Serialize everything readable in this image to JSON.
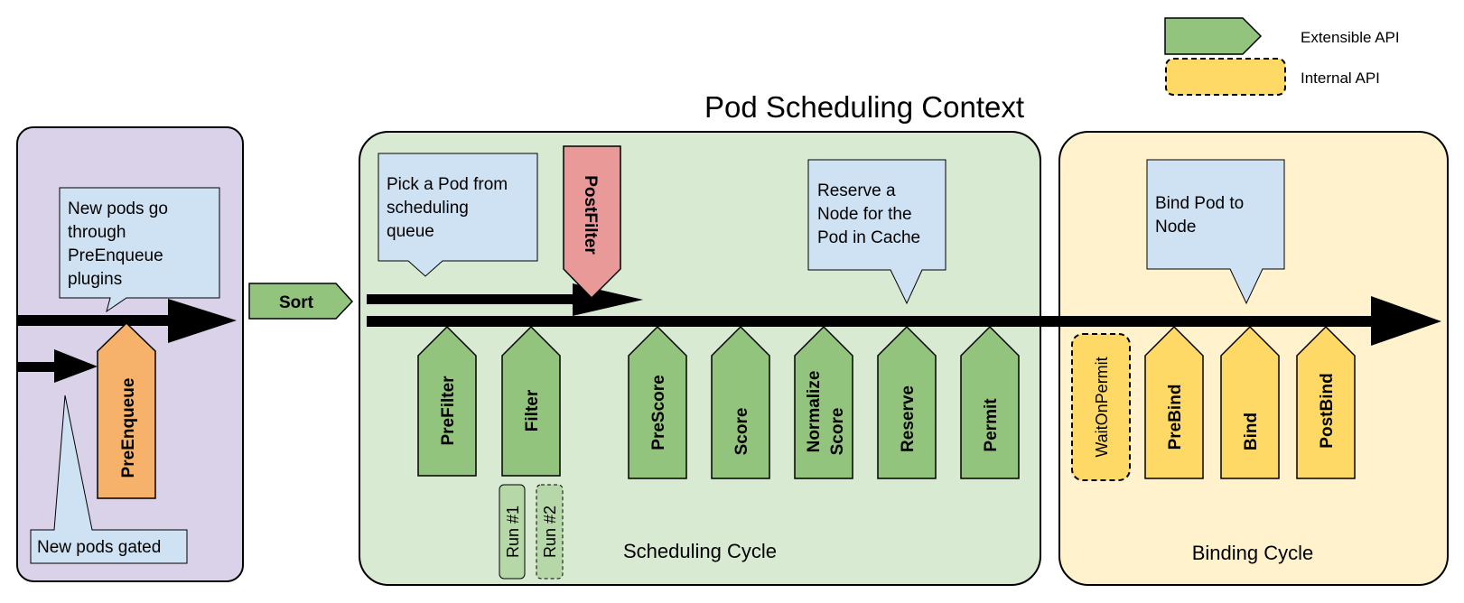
{
  "title": "Pod Scheduling Context",
  "legend": {
    "extensible": {
      "label": "Extensible API",
      "color": "#93c47d"
    },
    "internal": {
      "label": "Internal API",
      "color": "#ffd966"
    }
  },
  "queue_panel": {
    "color": "#d9d2e9",
    "callout_enqueue": [
      "New pods go",
      "through",
      "PreEnqueue",
      "plugins"
    ],
    "callout_gated": "New pods gated",
    "preenqueue_label": "PreEnqueue",
    "preenqueue_color": "#f6b26b"
  },
  "sort_label": "Sort",
  "scheduling_cycle": {
    "label": "Scheduling Cycle",
    "color": "#d9ead3",
    "callout_pick": [
      "Pick a Pod from",
      "scheduling",
      "queue"
    ],
    "callout_reserve": [
      "Reserve a",
      "Node for the",
      "Pod in Cache"
    ],
    "postfilter_label": "PostFilter",
    "postfilter_color": "#ea9999",
    "plugins": {
      "prefilter": "PreFilter",
      "filter": "Filter",
      "prescore": "PreScore",
      "score": "Score",
      "normalize_1": "Normalize",
      "normalize_2": "Score",
      "reserve": "Reserve",
      "permit": "Permit"
    },
    "runs": {
      "run1": "Run #1",
      "run2": "Run #2"
    }
  },
  "binding_cycle": {
    "label": "Binding Cycle",
    "color": "#fff2cc",
    "callout_bind": [
      "Bind Pod to",
      "Node"
    ],
    "plugins": {
      "waitonpermit": "WaitOnPermit",
      "prebind": "PreBind",
      "bind": "Bind",
      "postbind": "PostBind"
    }
  },
  "colors": {
    "callout": "#cfe2f3",
    "extensible": "#93c47d",
    "internal": "#ffd966",
    "run": "#b6d7a8"
  }
}
